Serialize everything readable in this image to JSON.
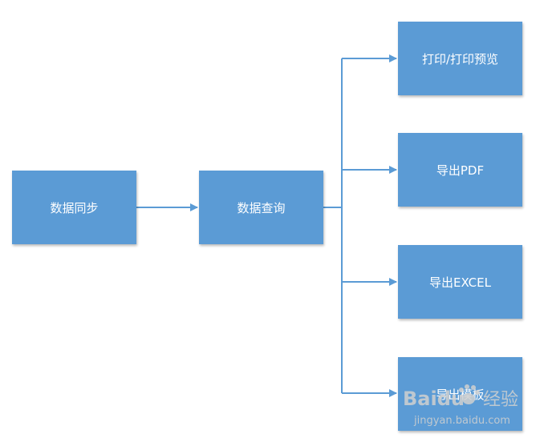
{
  "nodes": {
    "sync": "数据同步",
    "query": "数据查询",
    "print": "打印/打印预览",
    "pdf": "导出PDF",
    "excel": "导出EXCEL",
    "template": "导出模板"
  },
  "watermark": {
    "brand": "Baidu",
    "jingyan": "经验",
    "url": "jingyan.baidu.com"
  },
  "colors": {
    "node_fill": "#5b9bd5",
    "connector": "#5b9bd5",
    "node_text": "#ffffff",
    "watermark": "#c8c8c8"
  }
}
